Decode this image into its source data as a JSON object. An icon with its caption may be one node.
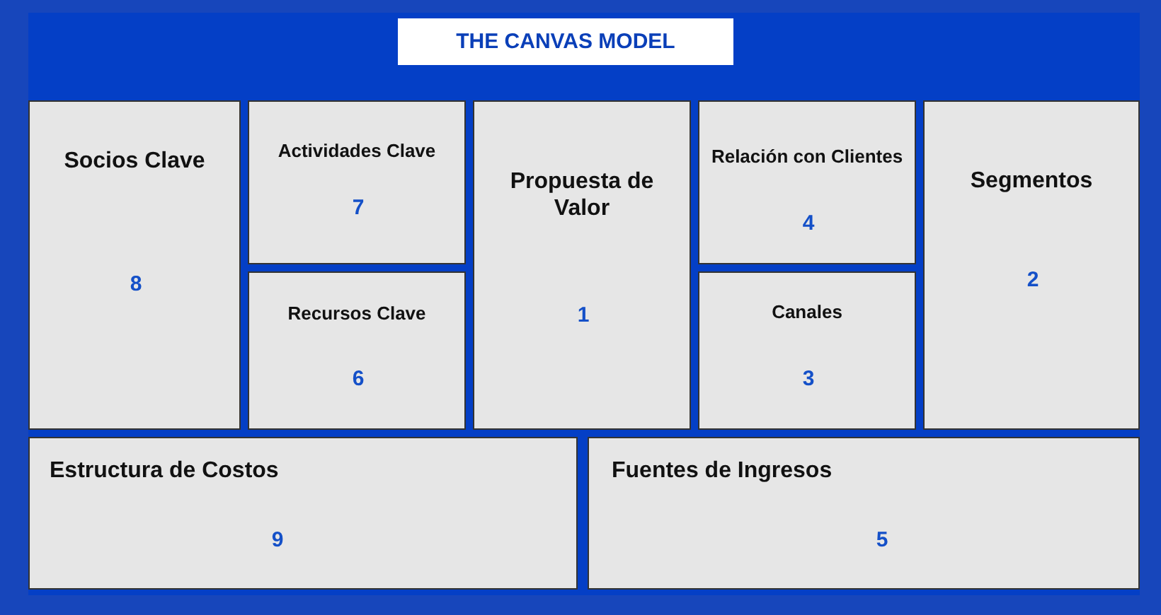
{
  "diagram": {
    "title": "THE CANVAS MODEL",
    "nodes": [
      {
        "text": [
          "Socios Clave",
          "8"
        ]
      },
      {
        "text": [
          "Actividades Clave",
          "7"
        ]
      },
      {
        "text": [
          "Recursos Clave",
          "6"
        ]
      },
      {
        "text": [
          "Propuesta de Valor",
          "1"
        ]
      },
      {
        "text": [
          "Relación con Clientes",
          "4"
        ]
      },
      {
        "text": [
          "Canales",
          "3"
        ]
      },
      {
        "text": [
          "Segmentos",
          "2"
        ]
      },
      {
        "text": [
          "Estructura de Costos",
          "9"
        ]
      },
      {
        "text": [
          "Fuentes de Ingresos",
          "5"
        ]
      }
    ]
  }
}
